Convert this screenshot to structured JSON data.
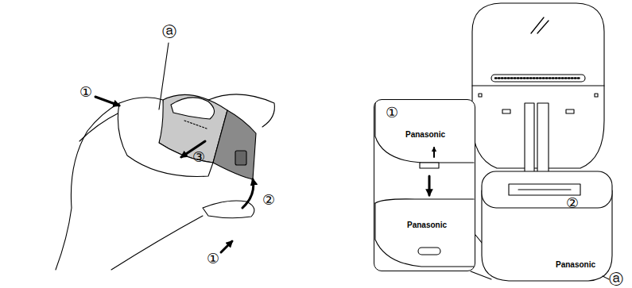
{
  "diagram": {
    "nodes": [
      {
        "text": [
          "①",
          "Panasonic",
          "Panasonic"
        ]
      }
    ],
    "labels": [
      "ⓐ",
      "①",
      "③",
      "②",
      "①",
      "②",
      "Panasonic",
      "ⓐ"
    ]
  }
}
